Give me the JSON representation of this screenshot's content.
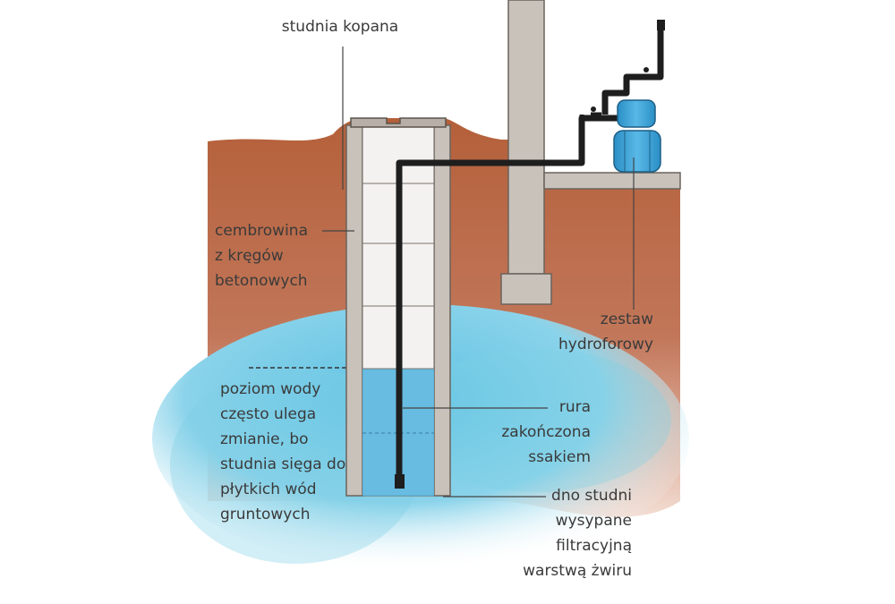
{
  "labels": {
    "title": [
      "studnia kopana"
    ],
    "casing": [
      "cembrowina",
      "z kręgów",
      "betonowych"
    ],
    "water_level": [
      "poziom wody",
      "często ulega",
      "zmianie, bo",
      "studnia sięga do",
      "płytkich wód",
      "gruntowych"
    ],
    "hydrophore": [
      "zestaw",
      "hydroforowy"
    ],
    "pipe": [
      "rura",
      "zakończona",
      "ssakiem"
    ],
    "bottom": [
      "dno studni",
      "wysypane",
      "filtracyjną",
      "warstwą żwiru"
    ]
  },
  "colors": {
    "soil": "#b5653f",
    "soil_light": "#d9a58a",
    "groundwater": "#7fcfe6",
    "water_in_well": "#4fb3de",
    "concrete": "#c9c2bb",
    "pipe": "#1e1e1e",
    "tank": "#3aa3d9",
    "leader_line": "#444444"
  }
}
